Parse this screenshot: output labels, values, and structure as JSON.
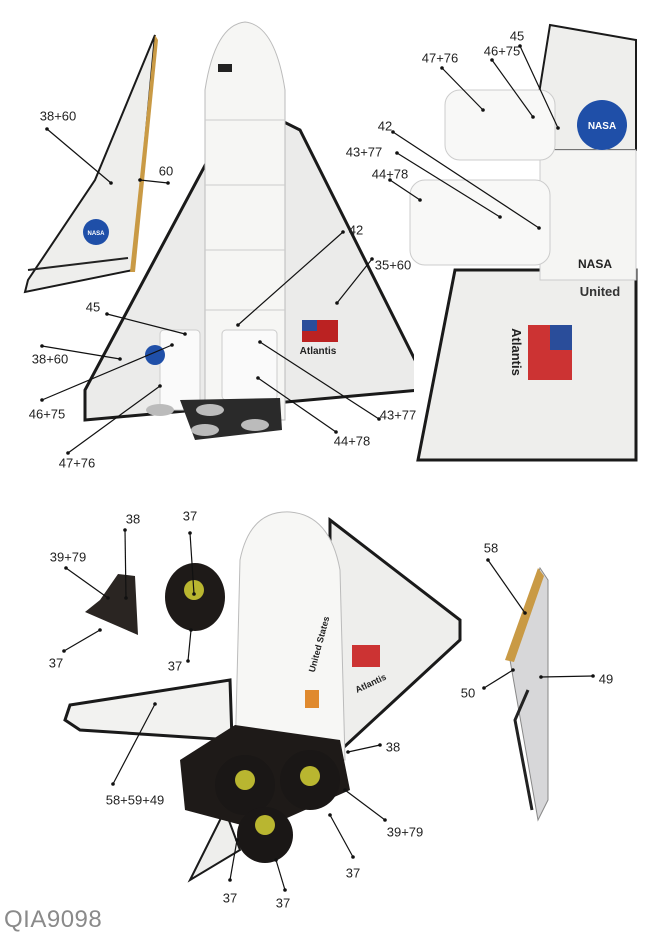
{
  "labels": {
    "top_left_fin": [
      "38+60",
      "60"
    ],
    "top_shuttle": [
      "45",
      "38+60",
      "46+75",
      "47+76",
      "42",
      "35+60",
      "43+77",
      "44+78"
    ],
    "top_right_closeup": [
      "45",
      "46+75",
      "47+76",
      "42",
      "43+77",
      "44+78"
    ],
    "bottom_nozzles": [
      "38",
      "37",
      "39+79",
      "37",
      "37"
    ],
    "bottom_shuttle": [
      "58+59+49",
      "38",
      "39+79",
      "37",
      "37",
      "37"
    ],
    "bottom_fin": [
      "58",
      "50",
      "49"
    ]
  },
  "decals": {
    "nasa": "NASA",
    "name": "Atlantis",
    "country": "United States",
    "country_partial": "United"
  },
  "colors": {
    "hull": "#f4f4f2",
    "edge": "#1a1a1a",
    "tan": "#c99a45",
    "nasa_blue": "#1f4fa8",
    "nozzle": "#2a2522",
    "nozzle_inner": "#b9b630",
    "orange": "#e08a2e",
    "watermark": "#8a8a8a"
  },
  "watermark": "QIA9098"
}
